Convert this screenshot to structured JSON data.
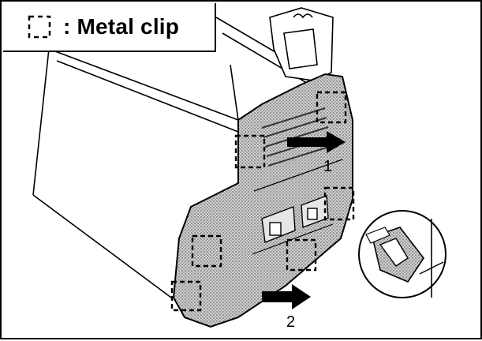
{
  "legend": {
    "icon": "dashed-square-icon",
    "text": ": Metal clip"
  },
  "callouts": {
    "step1": "1",
    "step2": "2"
  },
  "colors": {
    "line": "#000000",
    "background": "#ffffff",
    "panel_shade": "#b8b8b8"
  }
}
